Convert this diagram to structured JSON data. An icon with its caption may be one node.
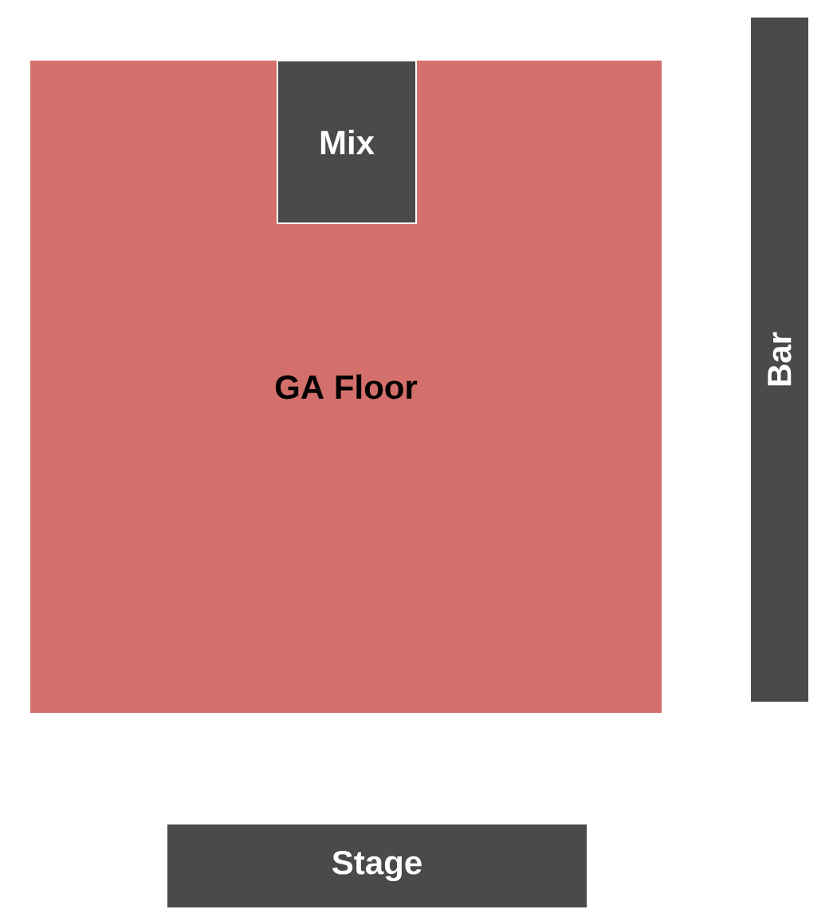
{
  "diagram": {
    "nodes": [
      {
        "text": [
          "GA Floor"
        ]
      },
      {
        "text": [
          "Mix"
        ],
        "in": 0
      },
      {
        "text": [
          "Bar"
        ]
      },
      {
        "text": [
          "Stage"
        ]
      }
    ]
  }
}
